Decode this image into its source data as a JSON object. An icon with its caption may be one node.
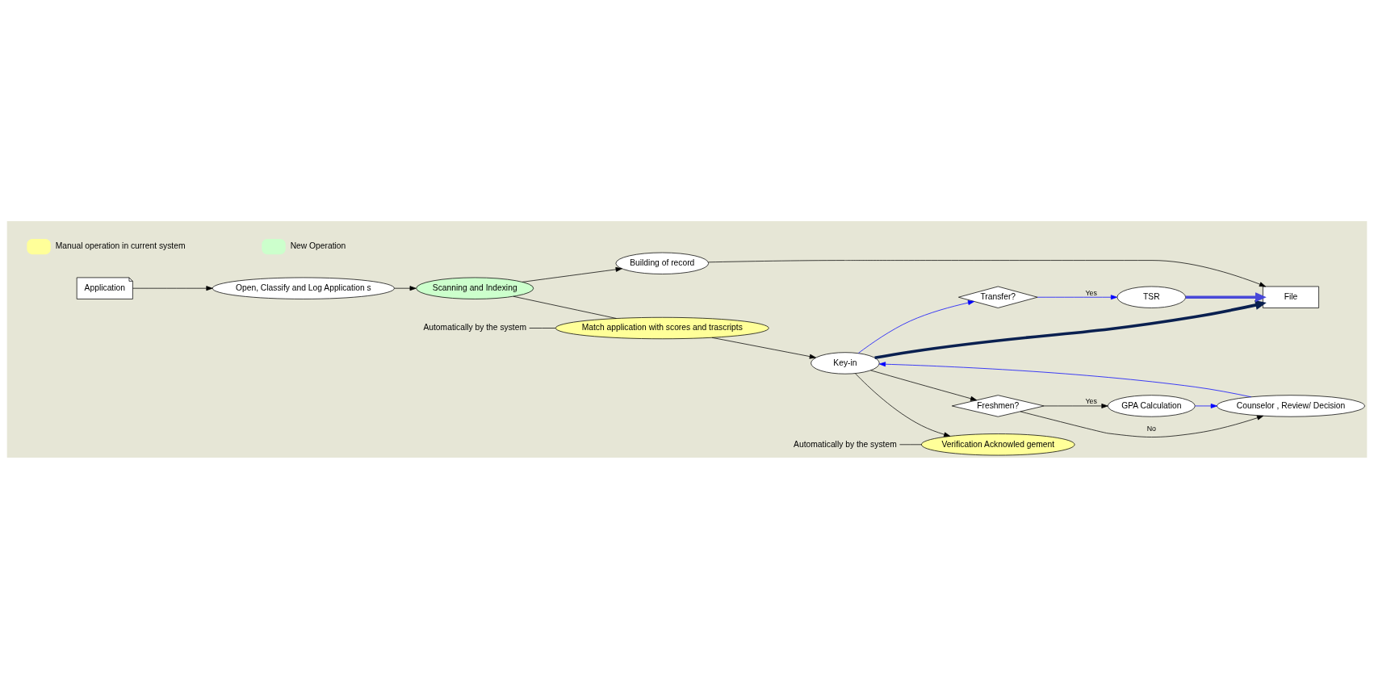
{
  "diagram": {
    "nodes": [
      {
        "text": [
          "Application"
        ]
      },
      {
        "text": [
          "Open, Classify and Log Application s"
        ]
      },
      {
        "text": [
          "Scanning and Indexing"
        ]
      },
      {
        "text": [
          "Match application with scores and trascripts"
        ]
      },
      {
        "text": [
          "Automatically by the system"
        ]
      },
      {
        "text": [
          "Building of record"
        ]
      },
      {
        "text": [
          "Key-in"
        ]
      },
      {
        "text": [
          "Transfer?"
        ]
      },
      {
        "text": [
          "Automatically by the system"
        ]
      },
      {
        "text": [
          "Verification Acknowled gement"
        ]
      },
      {
        "text": [
          "Freshmen?"
        ]
      },
      {
        "text": [
          "GPA Calculation"
        ]
      },
      {
        "text": [
          "Counselor , Review/ Decision"
        ]
      },
      {
        "text": [
          "TSR"
        ]
      },
      {
        "text": [
          "File"
        ]
      }
    ],
    "edges": [
      {
        "from": 0,
        "to": 1,
        "arrow": "to"
      },
      {
        "from": 1,
        "to": 2,
        "arrow": "to"
      },
      {
        "from": 2,
        "to": 3,
        "arrow": "none"
      },
      {
        "from": 4,
        "to": 3,
        "arrow": "none"
      },
      {
        "from": 3,
        "to": 6,
        "arrow": "to"
      },
      {
        "from": 2,
        "to": 5,
        "arrow": "to"
      },
      {
        "from": 6,
        "to": 7,
        "arrow": "to",
        "color": "#0000ff"
      },
      {
        "from": 7,
        "to": 13,
        "arrow": "to",
        "label": "Yes",
        "color": "#0000ff"
      },
      {
        "from": 8,
        "to": 9,
        "arrow": "none"
      },
      {
        "from": 6,
        "to": 9,
        "arrow": "to"
      },
      {
        "from": 6,
        "to": 10,
        "arrow": "to"
      },
      {
        "from": 10,
        "to": 11,
        "arrow": "to",
        "label": "Yes"
      },
      {
        "from": 10,
        "to": 12,
        "arrow": "to",
        "label": "No"
      },
      {
        "from": 11,
        "to": 12,
        "arrow": "to",
        "color": "#0000ff"
      },
      {
        "from": 12,
        "to": 6,
        "arrow": "to",
        "color": "#0000ff"
      },
      {
        "from": 13,
        "to": 14,
        "arrow": "to",
        "style": "thick",
        "color": "#4848d8"
      },
      {
        "from": 6,
        "to": 14,
        "arrow": "to",
        "style": "thick",
        "color": "#0a2050"
      },
      {
        "from": 5,
        "to": 14,
        "arrow": "to"
      }
    ],
    "legend": [
      {
        "text": "Manual operation in current system",
        "color": "#ffff99"
      },
      {
        "text": "New Operation",
        "color": "#ccffcc"
      }
    ]
  }
}
